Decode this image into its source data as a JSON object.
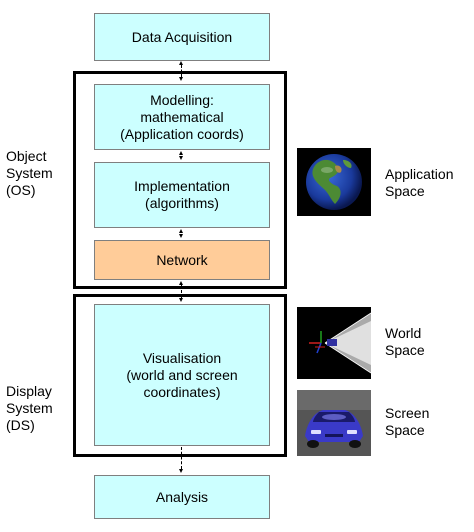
{
  "boxes": {
    "data_acquisition": "Data Acquisition",
    "modelling": "Modelling:\nmathematical\n(Application coords)",
    "implementation": "Implementation\n(algorithms)",
    "network": "Network",
    "visualisation": "Visualisation\n(world and screen\ncoordinates)",
    "analysis": "Analysis"
  },
  "side_labels": {
    "object_system": "Object\nSystem\n(OS)",
    "display_system": "Display\nSystem\n(DS)"
  },
  "spaces": {
    "application": "Application\nSpace",
    "world": "World\nSpace",
    "screen": "Screen\nSpace"
  },
  "images": {
    "application": "earth-globe-image",
    "world": "world-view-frustum-image",
    "screen": "rendered-car-image"
  },
  "colors": {
    "process_box": "#ccffff",
    "network_box": "#ffcc99",
    "group_border": "#000000"
  }
}
